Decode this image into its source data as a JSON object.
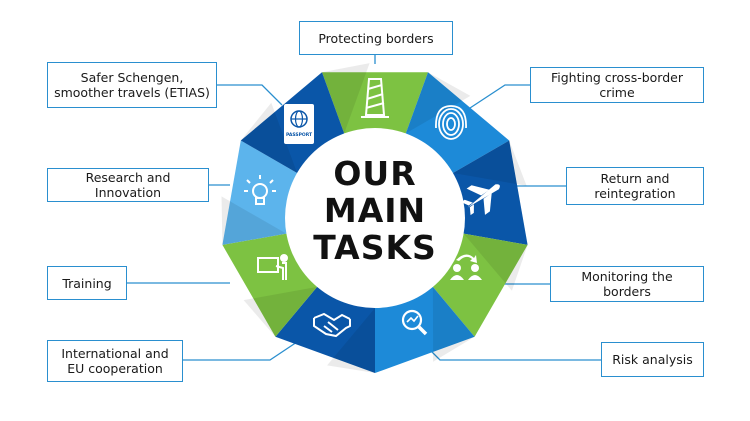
{
  "center": {
    "line1": "OUR",
    "line2": "MAIN",
    "line3": "TASKS"
  },
  "colors": {
    "dark_blue": "#0a56a8",
    "medium_blue": "#1d8ad8",
    "light_blue": "#5cb4ec",
    "green": "#7dc242",
    "connector": "#2a8fcf"
  },
  "tasks": [
    {
      "label": "Protecting borders",
      "icon": "lighthouse-icon"
    },
    {
      "label": "Fighting cross-border crime",
      "icon": "fingerprint-icon"
    },
    {
      "label": "Return and reintegration",
      "icon": "airplane-icon"
    },
    {
      "label": "Monitoring the borders",
      "icon": "people-exchange-icon"
    },
    {
      "label": "Risk analysis",
      "icon": "magnifier-chart-icon"
    },
    {
      "label": "International and EU cooperation",
      "icon": "handshake-icon"
    },
    {
      "label": "Training",
      "icon": "presentation-icon"
    },
    {
      "label": "Research and Innovation",
      "icon": "lightbulb-icon"
    },
    {
      "label": "Safer Schengen, smoother travels (ETIAS)",
      "icon": "passport-icon"
    }
  ],
  "passport_word": "PASSPORT"
}
